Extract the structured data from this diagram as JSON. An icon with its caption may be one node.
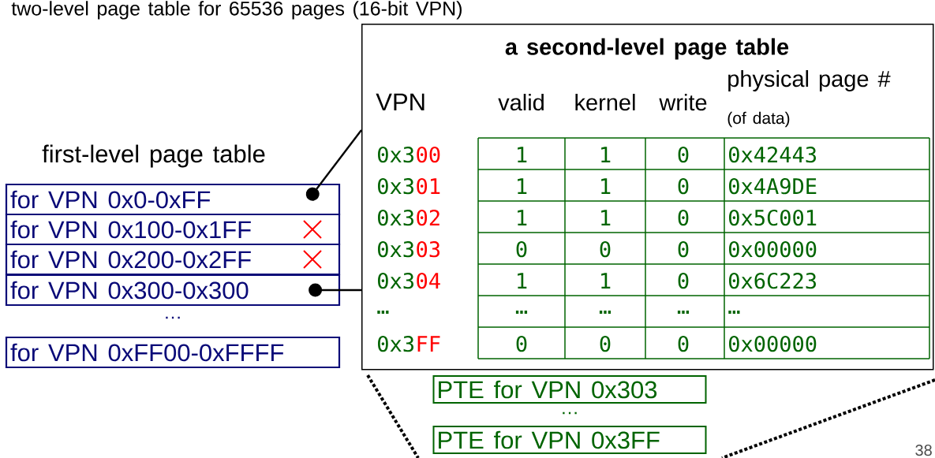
{
  "diagram": {
    "title": "two-level page table for 65536 pages (16-bit VPN)",
    "nodes": [
      {
        "text": [
          "for VPN 0x0-0xFF"
        ]
      },
      {
        "text": [
          "for VPN 0x100-0x1FF"
        ]
      },
      {
        "text": [
          "for VPN 0x200-0x2FF"
        ]
      },
      {
        "text": [
          "for VPN 0x300-0x300"
        ]
      },
      {
        "text": [
          "for VPN 0xFF00-0xFFFF"
        ]
      },
      {
        "text": [
          "a second-level page table"
        ]
      },
      {
        "text": [
          "PTE for VPN 0x303"
        ]
      },
      {
        "text": [
          "PTE for VPN 0x3FF"
        ]
      }
    ],
    "edges": [
      {
        "from": 0,
        "to": 5,
        "arrow": "other"
      },
      {
        "from": 3,
        "to": 5,
        "arrow": "other"
      }
    ],
    "labels": [
      "first-level page table",
      "…",
      "VPN",
      "valid",
      "kernel",
      "write",
      "physical page #",
      "(of data)",
      "0x3",
      "00",
      "1",
      "1",
      "0",
      "0x42443",
      "0x3",
      "01",
      "1",
      "1",
      "0",
      "0x4A9DE",
      "0x3",
      "02",
      "1",
      "1",
      "0",
      "0x5C001",
      "0x3",
      "03",
      "0",
      "0",
      "0",
      "0x00000",
      "0x3",
      "04",
      "1",
      "1",
      "0",
      "0x6C223",
      "…",
      "…",
      "…",
      "…",
      "…",
      "0x3",
      "FF",
      "0",
      "0",
      "0",
      "0x00000",
      "…",
      "38"
    ]
  }
}
